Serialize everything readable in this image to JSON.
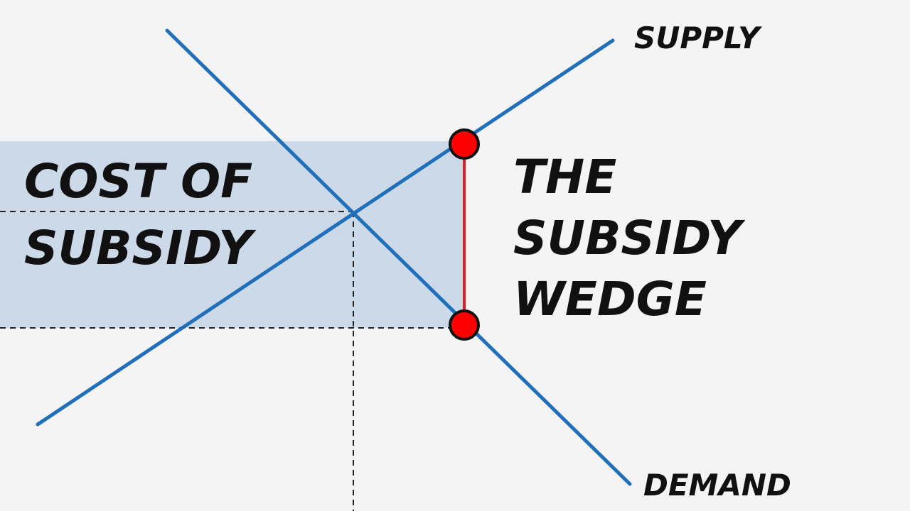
{
  "labels": {
    "supply": "SUPPLY",
    "demand": "DEMAND",
    "cost_line1": "COST OF",
    "cost_line2": "SUBSIDY",
    "wedge_line1": "THE",
    "wedge_line2": "SUBSIDY",
    "wedge_line3": "WEDGE"
  },
  "colors": {
    "background": "#f4f4f4",
    "curve": "#1f6fba",
    "shaded_area": "#c9d7e8",
    "wedge": "#e02020",
    "marker": "#ff0000",
    "guide": "#222222",
    "text": "#111111"
  }
}
